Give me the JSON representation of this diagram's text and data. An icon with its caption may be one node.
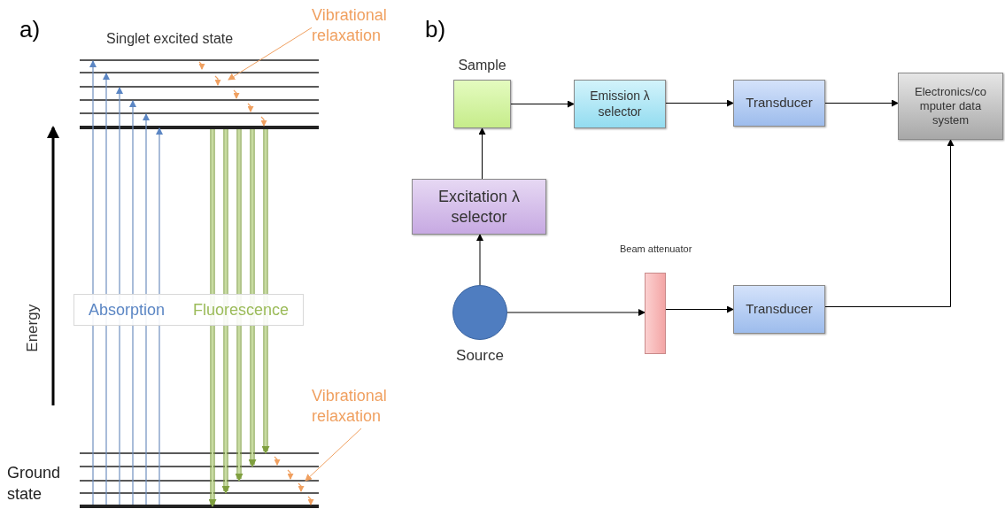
{
  "diagram": {
    "nodes": [
      {
        "text": [
          "Sample"
        ]
      },
      {
        "text": [
          "Emission λ selector"
        ]
      },
      {
        "text": [
          "Transducer"
        ]
      },
      {
        "text": [
          "Electronics/co mputer data system"
        ]
      },
      {
        "text": [
          "Excitation λ selector"
        ]
      },
      {
        "text": [
          "Source"
        ]
      },
      {
        "text": [
          "Beam attenuator"
        ]
      },
      {
        "text": [
          "Transducer"
        ]
      },
      {
        "text": [
          "Vibrational relaxation"
        ]
      },
      {
        "text": [
          "Absorption",
          "Fluorescence"
        ]
      },
      {
        "text": [
          "Vibrational relaxation"
        ]
      }
    ],
    "edges": [
      {
        "from": 0,
        "to": 1,
        "arrow": "to"
      },
      {
        "from": 1,
        "to": 2,
        "arrow": "to"
      },
      {
        "from": 2,
        "to": 3,
        "arrow": "to"
      },
      {
        "from": 4,
        "to": 0,
        "arrow": "to"
      },
      {
        "from": 5,
        "to": 4,
        "arrow": "to"
      },
      {
        "from": 5,
        "to": 6,
        "arrow": "to"
      },
      {
        "from": 6,
        "to": 7,
        "arrow": "to"
      },
      {
        "from": 7,
        "to": 3,
        "arrow": "to"
      },
      {
        "from": 8,
        "to": null,
        "arrow": "to",
        "color": "#f0a060"
      },
      {
        "from": 10,
        "to": null,
        "arrow": "to",
        "color": "#f0a060"
      }
    ],
    "labels": [
      "a)",
      "Singlet excited state",
      "Energy",
      "Ground state",
      "b)"
    ]
  }
}
